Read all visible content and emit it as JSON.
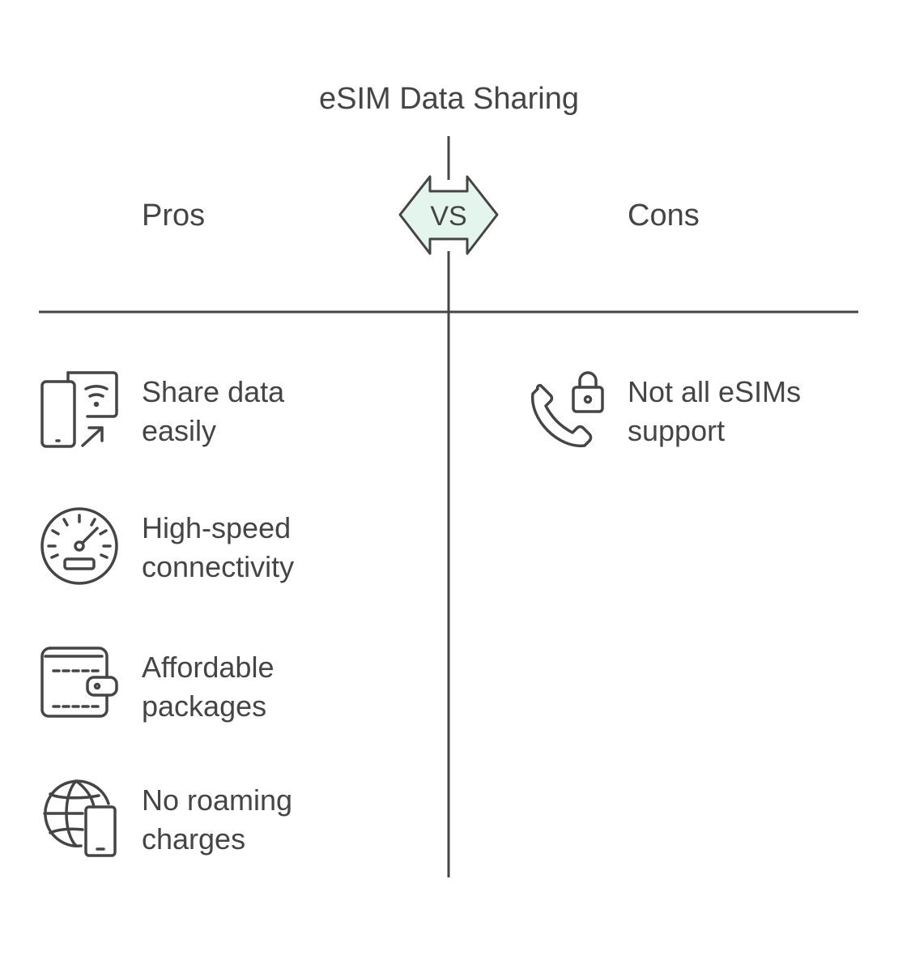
{
  "title": "eSIM Data Sharing",
  "vs_label": "VS",
  "pros": {
    "heading": "Pros",
    "items": [
      {
        "label": "Share data\neasily",
        "icon": "phone-wifi-share-icon"
      },
      {
        "label": "High-speed\nconnectivity",
        "icon": "speedometer-icon"
      },
      {
        "label": "Affordable\npackages",
        "icon": "wallet-icon"
      },
      {
        "label": "No roaming\ncharges",
        "icon": "globe-phone-icon"
      }
    ]
  },
  "cons": {
    "heading": "Cons",
    "items": [
      {
        "label": "Not all eSIMs\nsupport",
        "icon": "phone-lock-icon"
      }
    ]
  },
  "colors": {
    "stroke": "#454545",
    "vs_fill": "#e3f5ec",
    "text": "#454545"
  }
}
